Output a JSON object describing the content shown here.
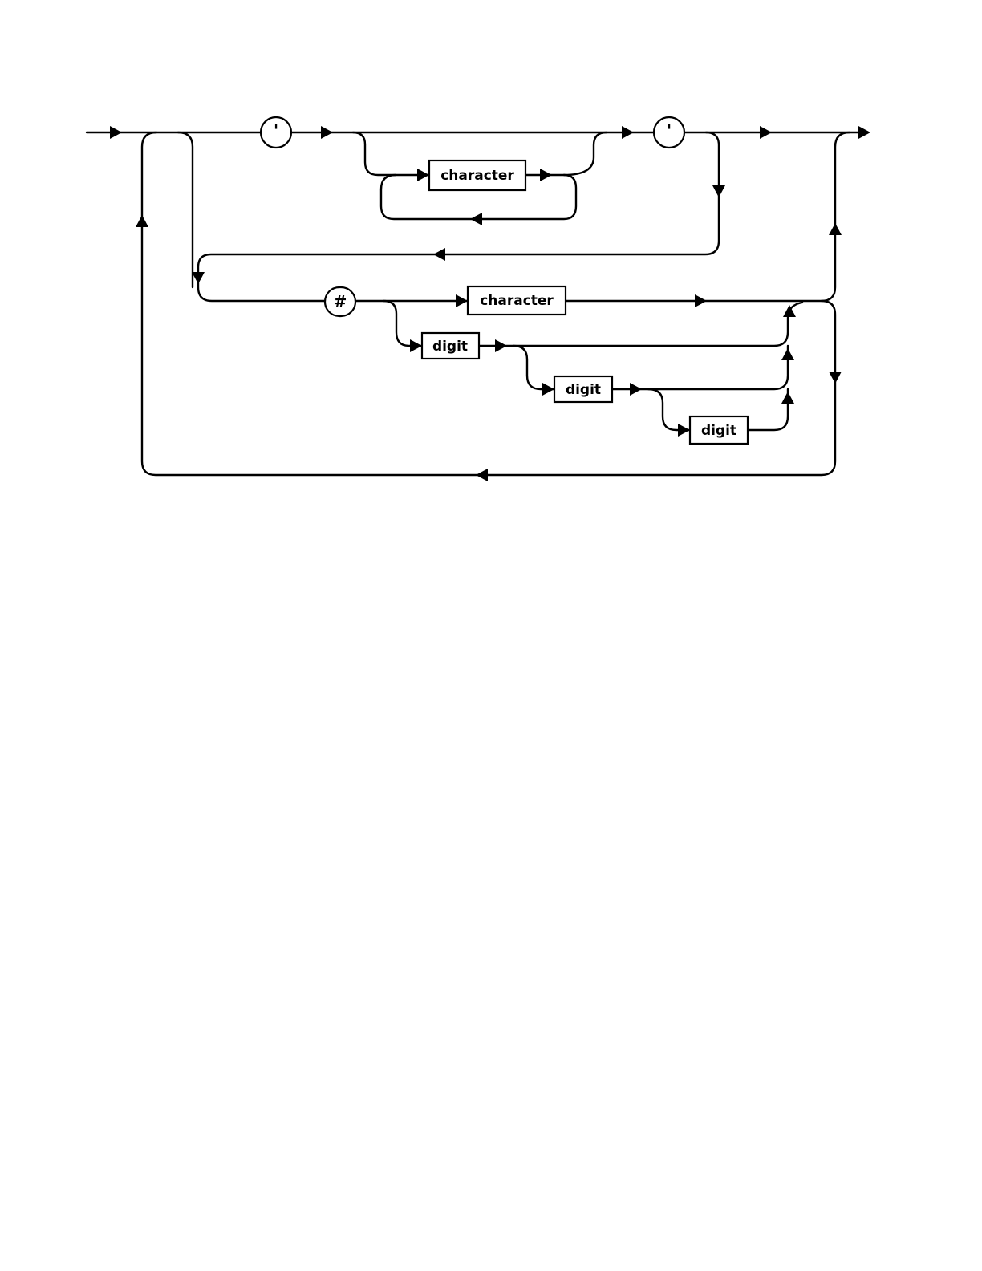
{
  "diagram": {
    "type": "syntax-diagram",
    "terminals": {
      "open_quote": "'",
      "close_quote": "'",
      "hash": "#"
    },
    "nonterminals": {
      "quoted_character": "character",
      "hash_character": "character",
      "digit_1": "digit",
      "digit_2": "digit",
      "digit_3": "digit"
    }
  }
}
